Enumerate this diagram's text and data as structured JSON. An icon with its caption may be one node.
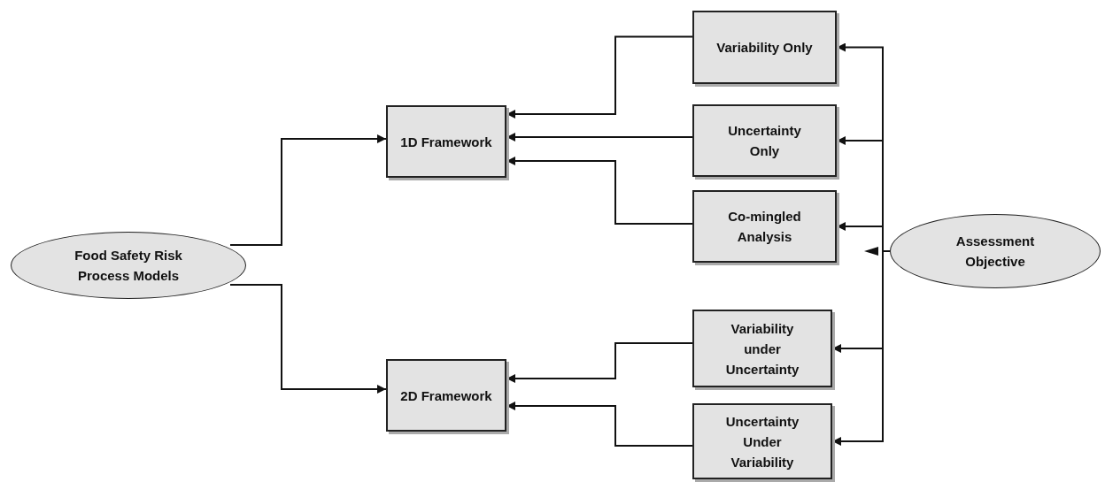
{
  "diagram": {
    "nodes": [
      {
        "text": [
          "Food Safety Risk Process Models"
        ]
      },
      {
        "text": [
          "1D Framework"
        ]
      },
      {
        "text": [
          "2D Framework"
        ]
      },
      {
        "text": [
          "Variability Only"
        ]
      },
      {
        "text": [
          "Uncertainty Only"
        ]
      },
      {
        "text": [
          "Co-mingled Analysis"
        ]
      },
      {
        "text": [
          "Variability under Uncertainty"
        ]
      },
      {
        "text": [
          "Uncertainty Under Variability"
        ]
      },
      {
        "text": [
          "Assessment Objective"
        ]
      }
    ],
    "edges": [
      {
        "from": 0,
        "to": 1,
        "arrow": "to"
      },
      {
        "from": 0,
        "to": 2,
        "arrow": "to"
      },
      {
        "from": 3,
        "to": 1,
        "arrow": "to"
      },
      {
        "from": 4,
        "to": 1,
        "arrow": "to"
      },
      {
        "from": 5,
        "to": 1,
        "arrow": "to"
      },
      {
        "from": 6,
        "to": 2,
        "arrow": "to"
      },
      {
        "from": 7,
        "to": 2,
        "arrow": "to"
      },
      {
        "from": 8,
        "to": 3,
        "arrow": "to"
      },
      {
        "from": 8,
        "to": 4,
        "arrow": "to"
      },
      {
        "from": 8,
        "to": 5,
        "arrow": "to"
      },
      {
        "from": 8,
        "to": 6,
        "arrow": "to"
      },
      {
        "from": 8,
        "to": 7,
        "arrow": "to"
      }
    ]
  }
}
